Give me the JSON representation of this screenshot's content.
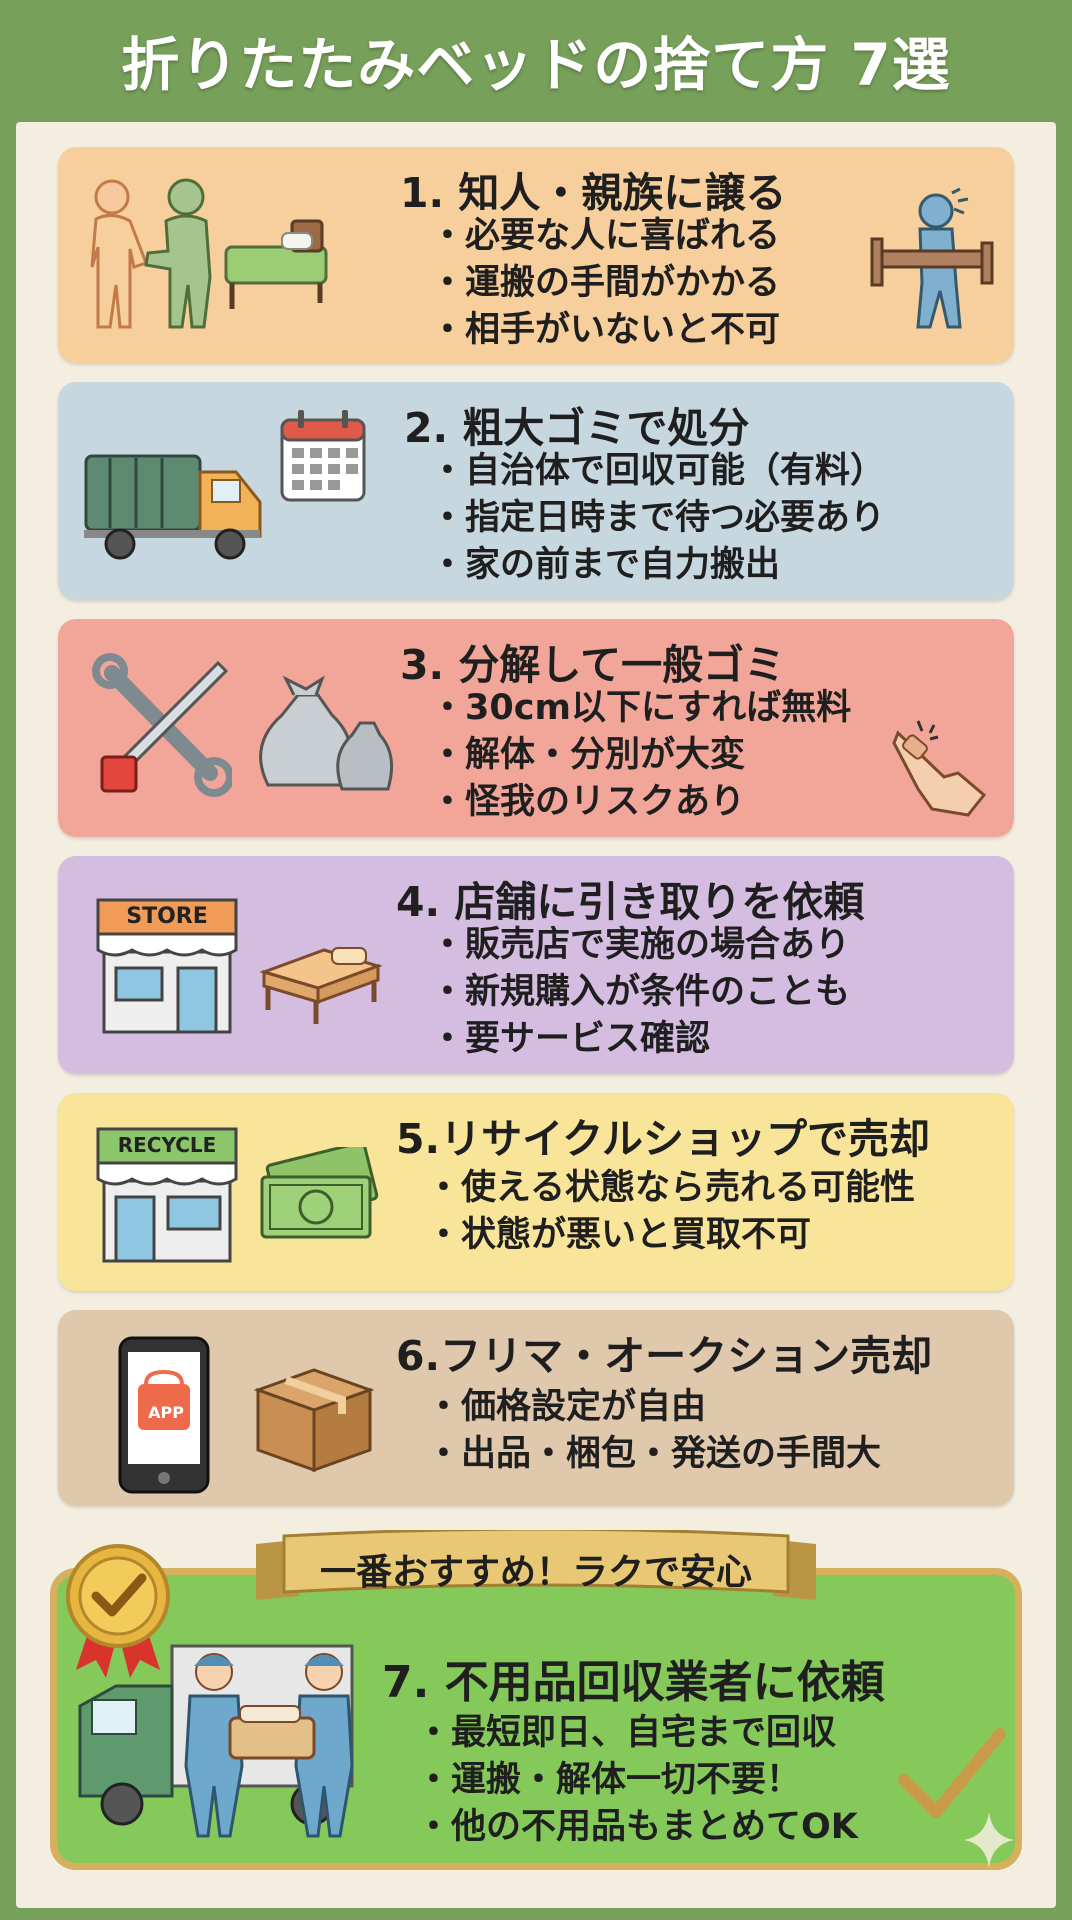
{
  "header": {
    "title": "折りたたみベッドの捨て方 7選"
  },
  "cards": [
    {
      "title": "1. 知人・親族に譲る",
      "bg": "#f7cf9c",
      "bullets": [
        "必要な人に喜ばれる",
        "運搬の手間がかかる",
        "相手がいないと不可"
      ]
    },
    {
      "title": "2. 粗大ゴミで処分",
      "bg": "#c7d7e0",
      "bullets": [
        "自治体で回収可能（有料）",
        "指定日時まで待つ必要あり",
        "家の前まで自力搬出"
      ]
    },
    {
      "title": "3. 分解して一般ゴミ",
      "bg": "#f1a699",
      "bullets": [
        "30cm以下にすれば無料",
        "解体・分別が大変",
        "怪我のリスクあり"
      ]
    },
    {
      "title": "4. 店舗に引き取りを依頼",
      "bg": "#d4bde0",
      "bullets": [
        "販売店で実施の場合あり",
        "新規購入が条件のことも",
        "要サービス確認"
      ],
      "sign": "STORE"
    },
    {
      "title": "5.リサイクルショップで売却",
      "bg": "#f8e59a",
      "bullets": [
        "使える状態なら売れる可能性",
        "状態が悪いと買取不可"
      ],
      "sign": "RECYCLE"
    },
    {
      "title": "6.フリマ・オークション売却",
      "bg": "#e0c8ad",
      "bullets": [
        "価格設定が自由",
        "出品・梱包・発送の手間大"
      ],
      "app": "APP"
    }
  ],
  "recommend": {
    "ribbon": "一番おすすめ！ラクで安心",
    "title": "7. 不用品回収業者に依頼",
    "bg": "#85c95a",
    "bullets": [
      "最短即日、自宅まで回収",
      "運搬・解体一切不要！",
      "他の不用品もまとめてOK"
    ]
  }
}
